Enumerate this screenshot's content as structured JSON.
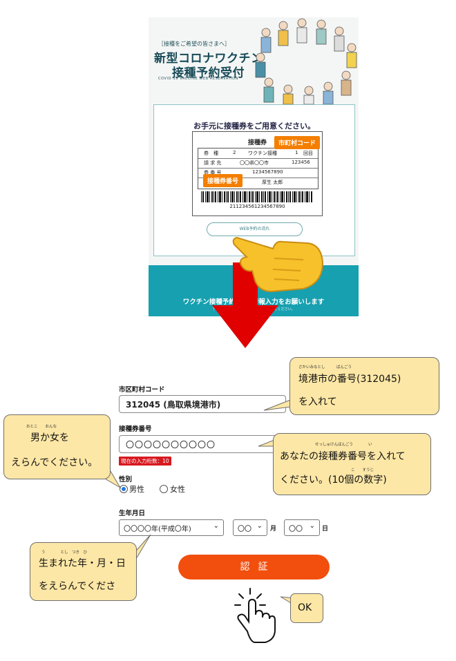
{
  "hero": {
    "kicker": "［接種をご希望の皆さまへ］",
    "title_line1": "新型コロナワクチン",
    "title_line2": "接種予約受付",
    "subtitle": "COVID-19 VACCINE WEB RESERVATION",
    "card_prompt": "お手元に接種券をご用意ください。",
    "ticket": {
      "title": "接種券",
      "rows": [
        {
          "c1": "券　種",
          "c2": "2",
          "c3": "ワクチン接種",
          "c4": "1",
          "c5": "回目"
        },
        {
          "c1": "請 求 先",
          "c2": "〇〇県〇〇市",
          "c3": "123456"
        },
        {
          "c1": "券 番 号",
          "c2": "1234567890"
        },
        {
          "c1": "氏　名",
          "c2": "厚生 太郎"
        }
      ],
      "barcode_number": "211234561234567890"
    },
    "tag_municipality": "市町村コード",
    "tag_ticket_number": "接種券番号",
    "flow_button": "WEB予約の流れ",
    "instruction": "ワクチン接種予約",
    "instruction_right": "情報入力をお願いします",
    "instruction_sub": "下記の接種券を確認して、ボタンを押してください。"
  },
  "form": {
    "municipality_label": "市区町村コード",
    "municipality_value": "312045 (鳥取県境港市)",
    "ticket_label": "接種券番号",
    "ticket_value": "〇〇〇〇〇〇〇〇〇〇",
    "counter": "現在の入力桁数：10",
    "gender_label": "性別",
    "gender_options": [
      "男性",
      "女性"
    ],
    "birth_label": "生年月日",
    "year_value": "〇〇〇〇年(平成〇年)",
    "month_value": "〇〇",
    "month_unit": "月",
    "day_value": "〇〇",
    "day_unit": "日",
    "auth_button": "認証"
  },
  "callouts": {
    "municipality_ruby": "さかいみなとし　　　ばんごう",
    "municipality_line1": "境港市の番号(312045)",
    "municipality_line2": "を入れて",
    "ticket_ruby": "せっしゅけんばんごう　　　　い",
    "ticket_line1": "あなたの接種券番号を入れて",
    "ticket_line2": "ください。(10個の数字)",
    "ticket_ruby2": "こ　　すうじ",
    "gender_ruby": "おとこ　　おんな",
    "gender_line1": "男か女を",
    "gender_line2": "えらんでください。",
    "birth_ruby": "う　　　　とし　つき　ひ",
    "birth_line1": "生まれた年・月・日",
    "birth_line2": "をえらんでくださ",
    "ok": "OK"
  },
  "colors": {
    "teal": "#17a0b0",
    "orange_tag": "#f47e00",
    "auth_button": "#f24e0e",
    "arrow_red": "#e00000",
    "bubble_fill": "#fde7a6",
    "counter_red": "#d71920"
  }
}
